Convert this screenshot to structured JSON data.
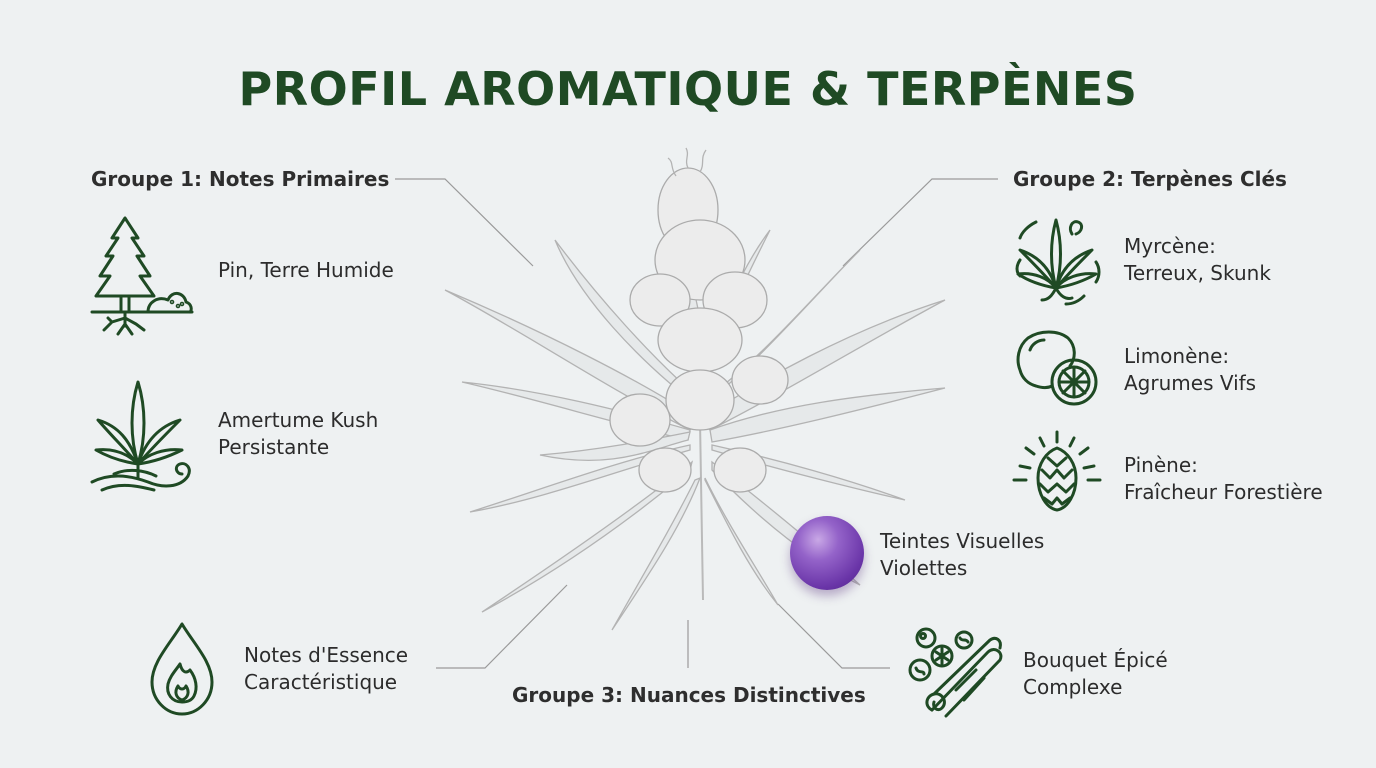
{
  "title": "PROFIL AROMATIQUE & TERPÈNES",
  "colors": {
    "background": "#eef1f2",
    "title": "#1f4a24",
    "icon_stroke": "#1f4a24",
    "connector": "#9a9a9a",
    "plant_sketch": "#b5b5b5",
    "violet_orb": "#7a45b5"
  },
  "groups": [
    {
      "title": "Groupe 1: Notes Primaires",
      "items": [
        {
          "icon": "pine-tree-soil-icon",
          "lines": [
            "Pin, Terre Humide"
          ]
        },
        {
          "icon": "cannabis-leaf-wave-icon",
          "lines": [
            "Amertume Kush",
            "Persistante"
          ]
        }
      ]
    },
    {
      "title": "Groupe 2: Terpènes Clés",
      "items": [
        {
          "icon": "cannabis-leaf-swirl-icon",
          "lines": [
            "Myrcène:",
            "Terreux, Skunk"
          ]
        },
        {
          "icon": "lemon-slice-icon",
          "lines": [
            "Limonène:",
            "Agrumes Vifs"
          ]
        },
        {
          "icon": "pinecone-burst-icon",
          "lines": [
            "Pinène:",
            "Fraîcheur Forestière"
          ]
        }
      ]
    },
    {
      "title": "Groupe 3: Nuances Distinctives",
      "items": [
        {
          "icon": "flame-drop-icon",
          "lines": [
            "Notes d'Essence",
            "Caractéristique"
          ]
        },
        {
          "icon": "violet-orb-icon",
          "lines": [
            "Teintes Visuelles",
            "Violettes"
          ]
        },
        {
          "icon": "spices-cinnamon-icon",
          "lines": [
            "Bouquet Épicé",
            "Complexe"
          ]
        }
      ]
    }
  ],
  "center_image": {
    "icon": "cannabis-bud-sketch-icon"
  }
}
